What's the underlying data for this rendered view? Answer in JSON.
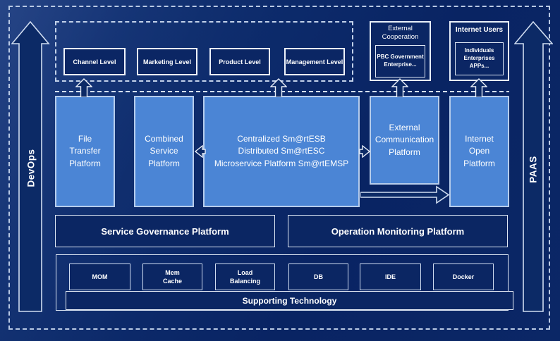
{
  "diagram": {
    "side_arrows": {
      "left_label": "DevOps",
      "right_label": "PAAS"
    },
    "levels": {
      "items": [
        {
          "label": "Channel Level"
        },
        {
          "label": "Marketing Level"
        },
        {
          "label": "Product Level"
        },
        {
          "label": "Management Level"
        }
      ]
    },
    "external_cooperation": {
      "title": "External\nCooperation",
      "members": "PBC Government\nEnterprise..."
    },
    "internet_users": {
      "title": "Internet Users",
      "members": "Individuals\nEnterprises\nAPPs..."
    },
    "platforms": {
      "file_transfer": "File\nTransfer\nPlatform",
      "combined_service": "Combined\nService\nPlatform",
      "esb_core": "Centralized Sm@rtESB\nDistributed Sm@rtESC\nMicroservice Platform Sm@rtEMSP",
      "external_communication": "External\nCommunication\nPlatform",
      "internet_open": "Internet\nOpen\nPlatform"
    },
    "governance": {
      "label": "Service Governance Platform"
    },
    "monitoring": {
      "label": "Operation Monitoring Platform"
    },
    "supporting": {
      "technologies": [
        {
          "label": "MOM"
        },
        {
          "label": "Mem\nCache"
        },
        {
          "label": "Load\nBalancing"
        },
        {
          "label": "DB"
        },
        {
          "label": "IDE"
        },
        {
          "label": "Docker"
        }
      ],
      "bar_label": "Supporting Technology"
    },
    "colors": {
      "background": "#0b2766",
      "panel_blue": "#4b85d5",
      "box_navy": "#0b2663",
      "border_light": "#dfe8f5",
      "dashed": "#b9c9e4"
    }
  }
}
